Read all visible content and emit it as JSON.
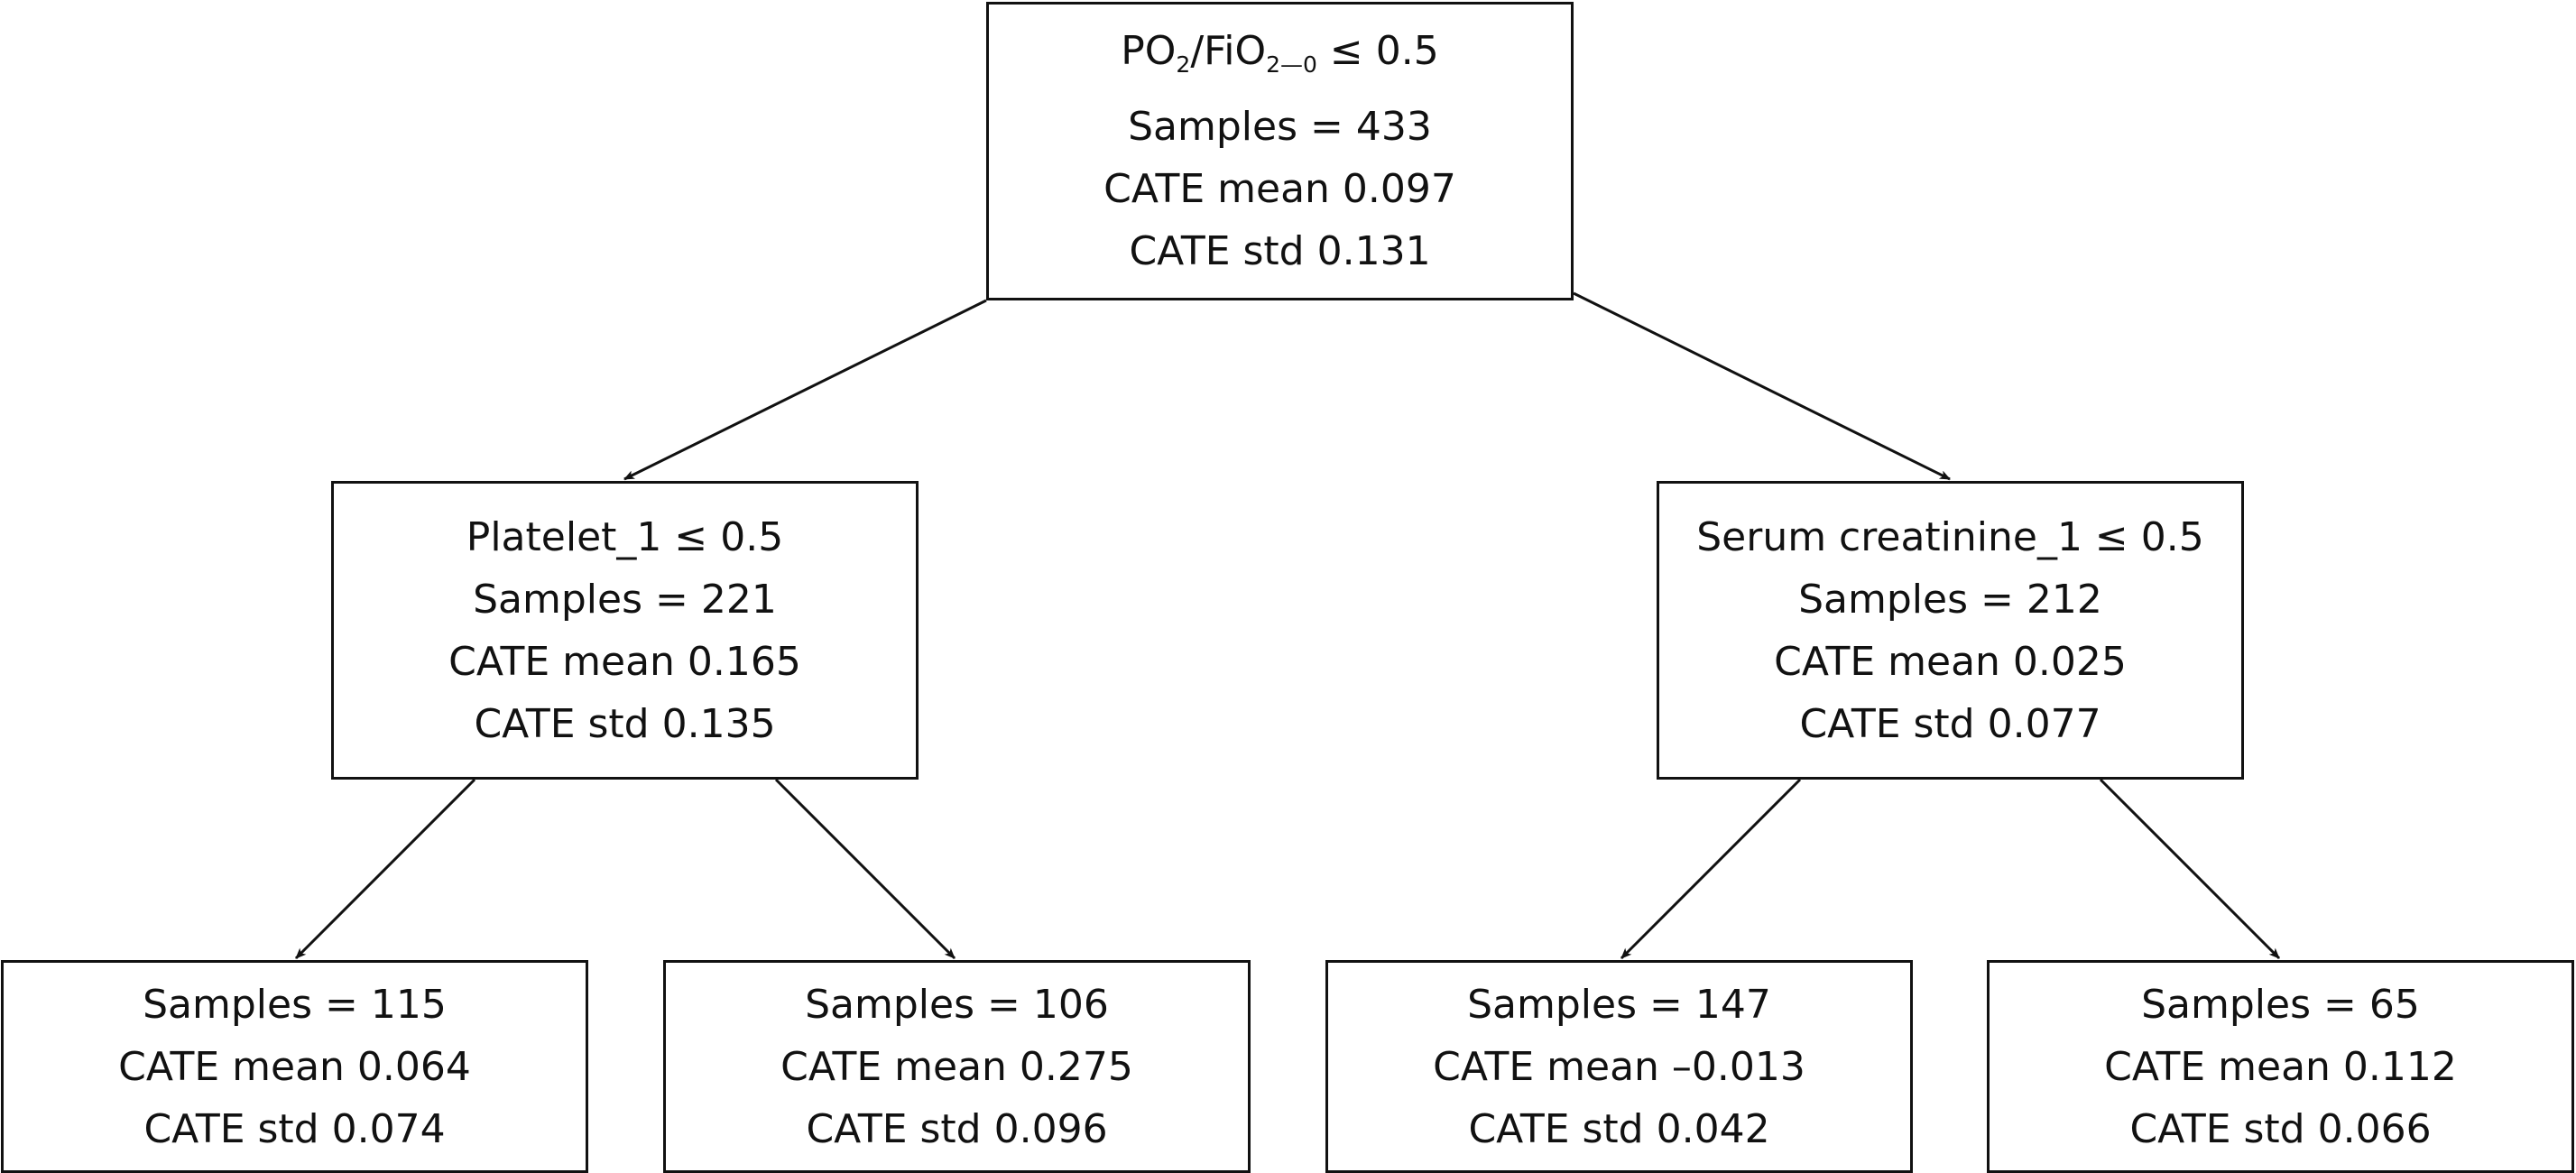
{
  "tree": {
    "root": {
      "split": {
        "prefix": "PO",
        "sub1": "2",
        "mid": "/FiO",
        "sub2": "2—0",
        "suffix": " ≤ 0.5"
      },
      "samples": "Samples = 433",
      "cate_mean": "CATE mean 0.097",
      "cate_std": "CATE std 0.131"
    },
    "left": {
      "split": "Platelet_1 ≤ 0.5",
      "samples": "Samples = 221",
      "cate_mean": "CATE mean 0.165",
      "cate_std": "CATE std 0.135"
    },
    "right": {
      "split": "Serum creatinine_1 ≤ 0.5",
      "samples": "Samples = 212",
      "cate_mean": "CATE mean 0.025",
      "cate_std": "CATE std 0.077"
    },
    "left_left": {
      "samples": "Samples = 115",
      "cate_mean": "CATE mean 0.064",
      "cate_std": "CATE std 0.074"
    },
    "left_right": {
      "samples": "Samples = 106",
      "cate_mean": "CATE mean 0.275",
      "cate_std": "CATE std 0.096"
    },
    "right_left": {
      "samples": "Samples = 147",
      "cate_mean": "CATE mean –0.013",
      "cate_std": "CATE std 0.042"
    },
    "right_right": {
      "samples": "Samples = 65",
      "cate_mean": "CATE mean 0.112",
      "cate_std": "CATE std 0.066"
    }
  }
}
